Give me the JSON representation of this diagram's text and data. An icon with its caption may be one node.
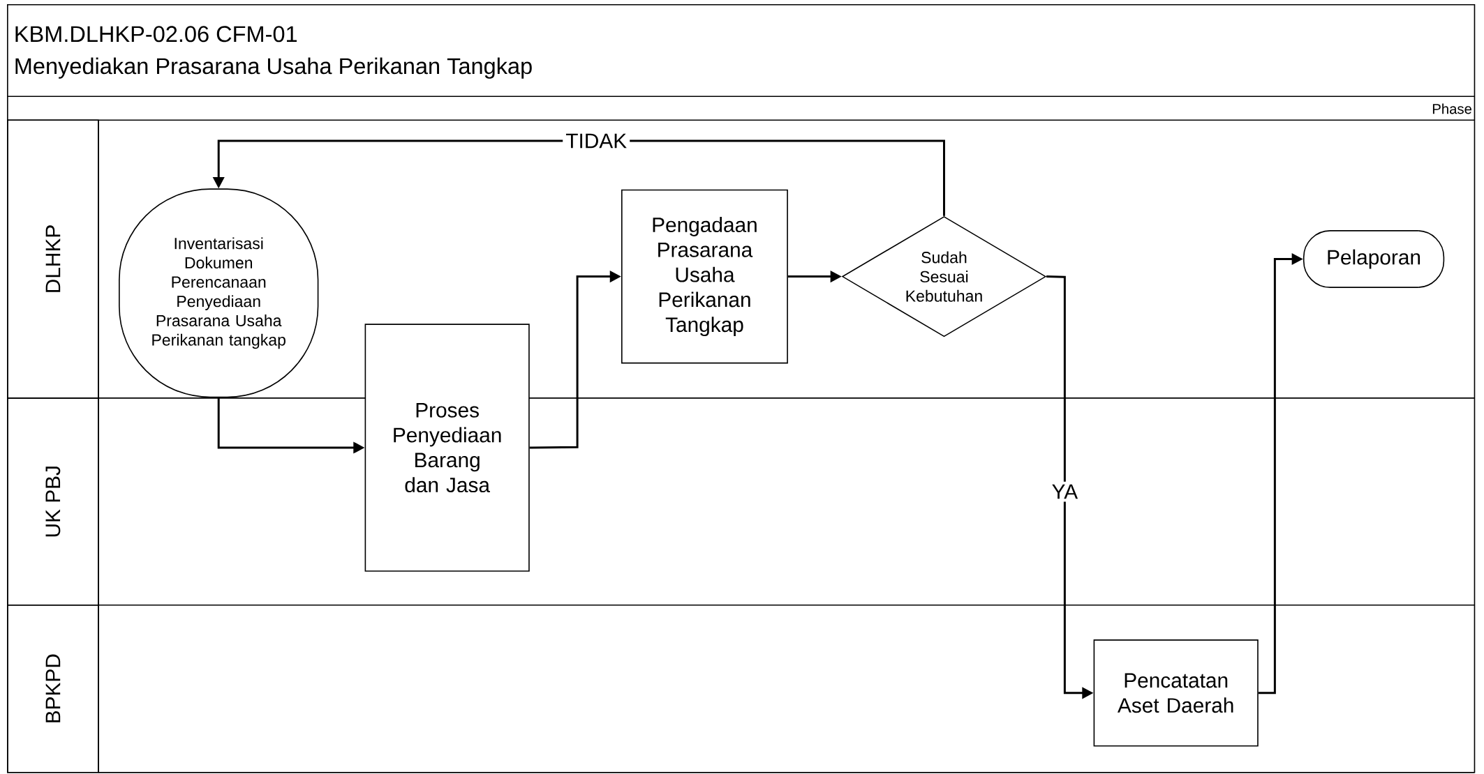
{
  "diagram": {
    "title": "Menyediakan Prasarana Usaha Perikanan Tangkap",
    "nodes": [
      {
        "text": [
          "DLHKP"
        ]
      },
      {
        "text": [
          "UK PBJ"
        ]
      },
      {
        "text": [
          "BPKPD"
        ]
      },
      {
        "text": [
          "Inventarisasi Dokumen Perencanaan Penyediaan Prasarana Usaha Perikanan tangkap"
        ]
      },
      {
        "text": [
          "Proses Penyediaan Barang dan Jasa"
        ]
      },
      {
        "text": [
          "Pengadaan Prasarana Usaha Perikanan Tangkap"
        ]
      },
      {
        "text": [
          "Sudah Sesuai Kebutuhan"
        ]
      },
      {
        "text": [
          "Pelaporan"
        ]
      },
      {
        "text": [
          "Pencatatan Aset Daerah"
        ]
      }
    ],
    "edges": [
      {
        "from": 3,
        "to": 4,
        "arrow": "to"
      },
      {
        "from": 4,
        "to": 5,
        "arrow": "to"
      },
      {
        "from": 5,
        "to": 6,
        "arrow": "to"
      },
      {
        "from": 6,
        "to": 3,
        "arrow": "to",
        "label": "TIDAK"
      },
      {
        "from": 6,
        "to": 8,
        "arrow": "to",
        "label": "YA"
      },
      {
        "from": 8,
        "to": 7,
        "arrow": "to"
      }
    ],
    "labels": [
      "KBM.DLHKP-02.06 CFM-01",
      "Phase"
    ]
  }
}
